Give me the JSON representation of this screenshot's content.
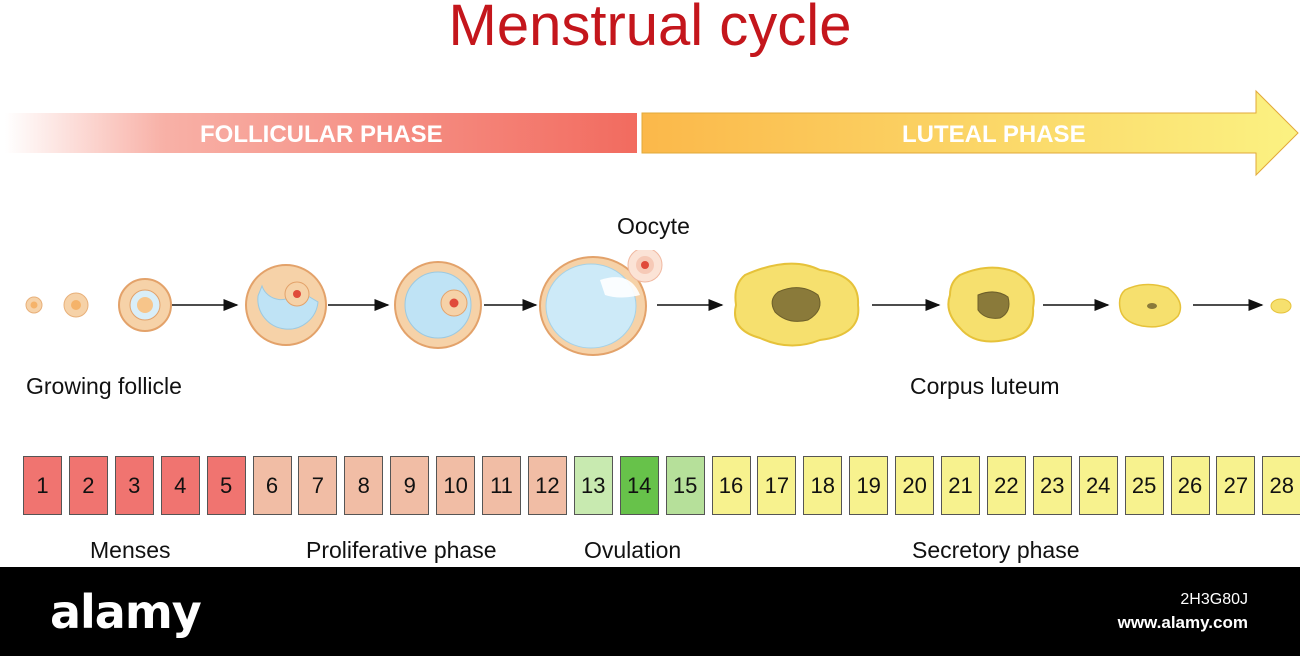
{
  "title": "Menstrual cycle",
  "phases": {
    "follicular": "FOLLICULAR PHASE",
    "luteal": "LUTEAL PHASE"
  },
  "labels": {
    "oocyte": "Oocyte",
    "growing_follicle": "Growing follicle",
    "corpus_luteum": "Corpus luteum"
  },
  "days": [
    {
      "n": "1",
      "color": "#f07470"
    },
    {
      "n": "2",
      "color": "#f07470"
    },
    {
      "n": "3",
      "color": "#f07470"
    },
    {
      "n": "4",
      "color": "#f07470"
    },
    {
      "n": "5",
      "color": "#f07470"
    },
    {
      "n": "6",
      "color": "#f1bda5"
    },
    {
      "n": "7",
      "color": "#f1bda5"
    },
    {
      "n": "8",
      "color": "#f1bda5"
    },
    {
      "n": "9",
      "color": "#f1bda5"
    },
    {
      "n": "10",
      "color": "#f1bda5"
    },
    {
      "n": "11",
      "color": "#f1bda5"
    },
    {
      "n": "12",
      "color": "#f1bda5"
    },
    {
      "n": "13",
      "color": "#c8eab0"
    },
    {
      "n": "14",
      "color": "#67c24a"
    },
    {
      "n": "15",
      "color": "#b6e09a"
    },
    {
      "n": "16",
      "color": "#f7f28e"
    },
    {
      "n": "17",
      "color": "#f7f28e"
    },
    {
      "n": "18",
      "color": "#f7f28e"
    },
    {
      "n": "19",
      "color": "#f7f28e"
    },
    {
      "n": "20",
      "color": "#f7f28e"
    },
    {
      "n": "21",
      "color": "#f7f28e"
    },
    {
      "n": "22",
      "color": "#f7f28e"
    },
    {
      "n": "23",
      "color": "#f7f28e"
    },
    {
      "n": "24",
      "color": "#f7f28e"
    },
    {
      "n": "25",
      "color": "#f7f28e"
    },
    {
      "n": "26",
      "color": "#f7f28e"
    },
    {
      "n": "27",
      "color": "#f7f28e"
    },
    {
      "n": "28",
      "color": "#f7f28e"
    }
  ],
  "uterine_phases": {
    "menses": "Menses",
    "proliferative": "Proliferative phase",
    "ovulation": "Ovulation",
    "secretory": "Secretory phase"
  },
  "watermark": {
    "logo": "alamy",
    "image_id": "2H3G80J",
    "url": "www.alamy.com"
  },
  "colors": {
    "title": "#c4161c",
    "follicular_band": "#f26b5f",
    "luteal_band": "#fbc44a"
  }
}
